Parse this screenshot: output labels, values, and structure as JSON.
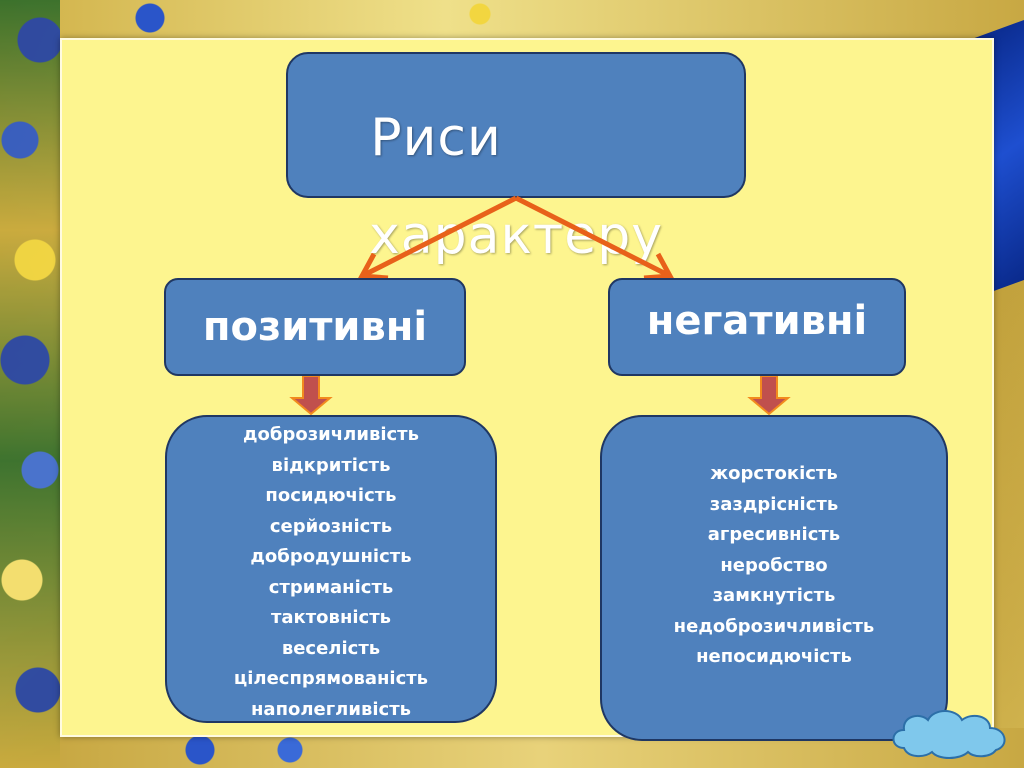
{
  "title": {
    "line1": "Риси",
    "line2": "характеру"
  },
  "categories": {
    "positive": "позитивні",
    "negative": "негативні"
  },
  "positive_traits": [
    "доброзичливість",
    "відкритість",
    "посидючість",
    "серйозність",
    "добродушність",
    "стриманість",
    "тактовність",
    "веселість",
    "цілеспрямованість",
    "наполегливість"
  ],
  "negative_traits": [
    "жорстокість",
    "заздрісність",
    "агресивність",
    "неробство",
    "замкнутість",
    "недоброзичливість",
    "непосидючість"
  ],
  "colors": {
    "box_fill": "#4f81bd",
    "box_border": "#1f3763",
    "panel": "#fdf58f",
    "branch_arrow": "#e8611a",
    "down_arrow": "#c0504d"
  }
}
